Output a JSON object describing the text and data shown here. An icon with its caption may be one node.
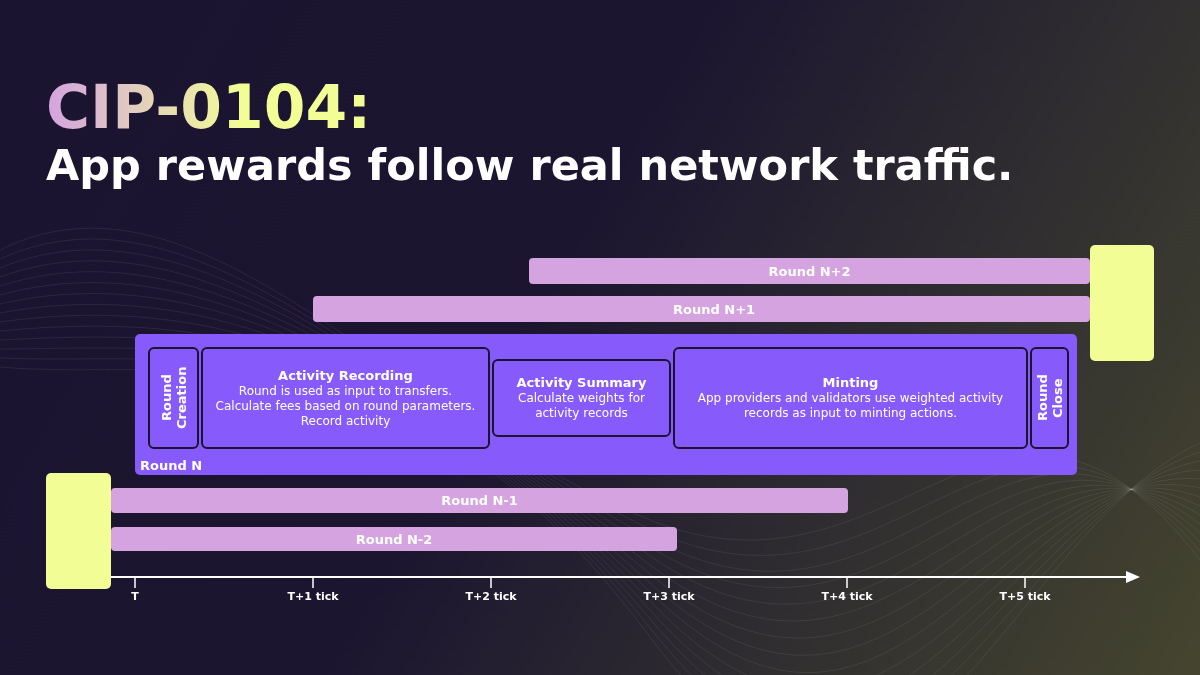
{
  "diagram": {
    "title": "CIP-0104:",
    "nodes": [
      {
        "text": [],
        "shape": "box"
      },
      {
        "text": [
          "Round N+2"
        ]
      },
      {
        "text": [
          "Round N+1"
        ]
      },
      {
        "text": [
          "Round N"
        ]
      },
      {
        "text": [
          "Round Creation"
        ],
        "in": 3
      },
      {
        "text": [
          "Activity Recording",
          "Round is used as input to transfers. Calculate fees based on round parameters. Record activity"
        ],
        "in": 3
      },
      {
        "text": [
          "Activity Summary",
          "Calculate weights for activity records"
        ],
        "in": 3
      },
      {
        "text": [
          "Minting",
          "App providers and validators use weighted activity records as input to minting actions."
        ],
        "in": 3
      },
      {
        "text": [
          "Round Close"
        ],
        "in": 3
      },
      {
        "text": [],
        "shape": "box"
      },
      {
        "text": [
          "Round N-1"
        ]
      },
      {
        "text": [
          "Round N-2"
        ]
      }
    ],
    "edges": [],
    "labels": [
      "App rewards follow real network traffic.",
      "T",
      "T+1 tick",
      "T+2 tick",
      "T+3 tick",
      "T+4 tick",
      "T+5 tick"
    ]
  }
}
